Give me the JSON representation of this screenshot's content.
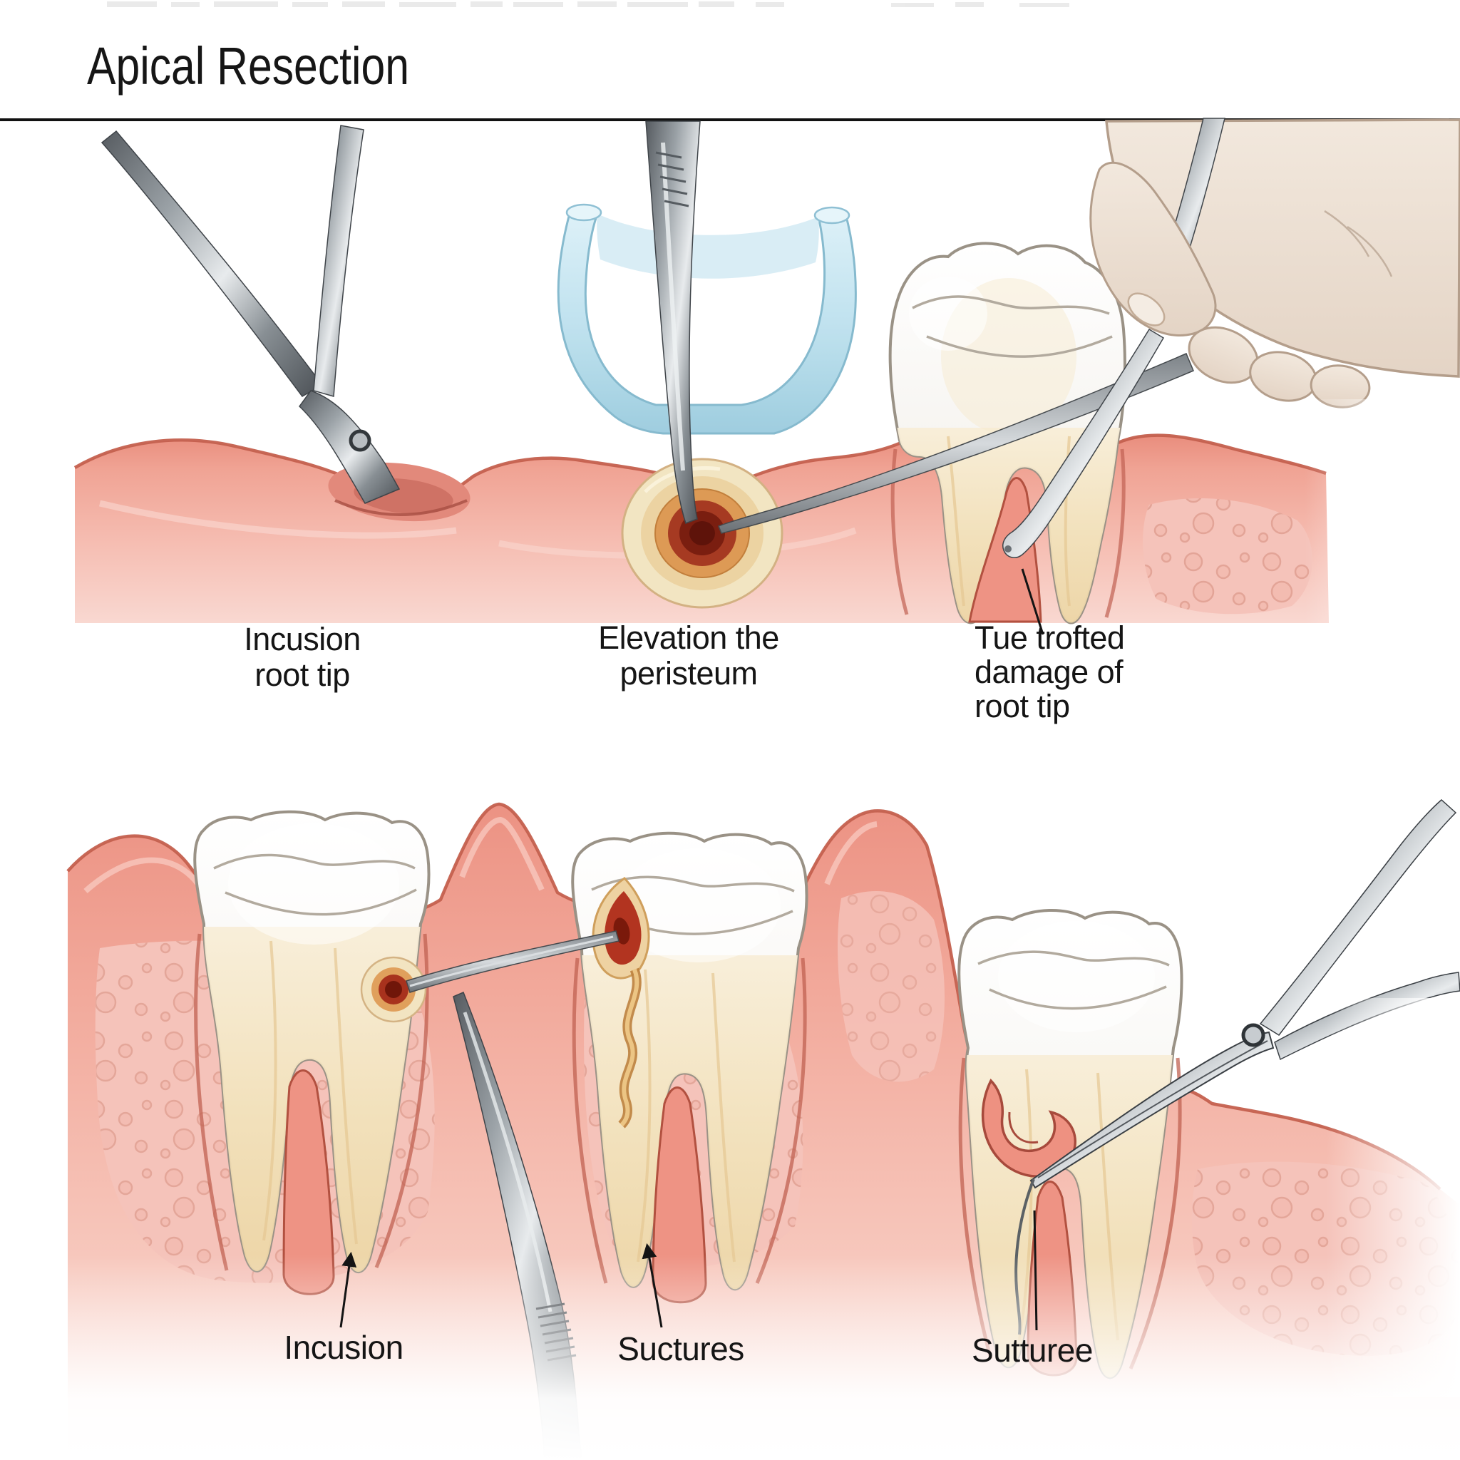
{
  "title": "Apical Resection",
  "figure": {
    "type": "medical-illustration",
    "subject": "dental apical resection procedure steps",
    "top_row": [
      {
        "id": "incision-root-tip",
        "caption_lines": [
          "Incusion",
          "root tip"
        ],
        "depicts": "surgical scissors making incision in gum"
      },
      {
        "id": "elevation-periosteum",
        "caption_lines": [
          "Elevation the",
          "peristeum"
        ],
        "depicts": "blue retractor and periosteal elevator over exposed apical window"
      },
      {
        "id": "root-tip-damage",
        "caption_lines": [
          "Tue trofted",
          "damage of",
          "root tip"
        ],
        "depicts": "gloved hand with crossed instruments probing molar root"
      }
    ],
    "bottom_row": [
      {
        "id": "incision",
        "caption_lines": [
          "Incusion"
        ],
        "depicts": "molar with apical lesion, probe and pointed instrument"
      },
      {
        "id": "sutures",
        "caption_lines": [
          "Suctures"
        ],
        "depicts": "molar with red lesion and curved canal, wire instrument"
      },
      {
        "id": "suture-close",
        "caption_lines": [
          "Sutturee"
        ],
        "depicts": "molar with gum flap being sutured, scissors"
      }
    ]
  },
  "palette": {
    "background": "#ffffff",
    "title_color": "#161616",
    "divider": "#111111",
    "label_color": "#151515",
    "gum_deep": "#e98d7d",
    "gum_mid": "#f2aa9c",
    "gum_light": "#f9d8d1",
    "gum_edge": "#c4604e",
    "bone_texture": "#f2baaf",
    "tooth_enamel": "#ffffff",
    "tooth_outline": "#9a9286",
    "dentin": "#f2e0b9",
    "retractor_blue": "#bfe2ef",
    "retractor_edge": "#83b8cd",
    "metal_dark": "#4b5055",
    "metal_light": "#e8ebed",
    "glove": "#ecdfd3",
    "glove_outline": "#b49e8b",
    "lesion_cream": "#f2e4c1",
    "lesion_orange": "#dd9a55",
    "lesion_red": "#a63a22",
    "lesion_dark": "#7a1e10",
    "suture_wire": "#5b6165"
  }
}
